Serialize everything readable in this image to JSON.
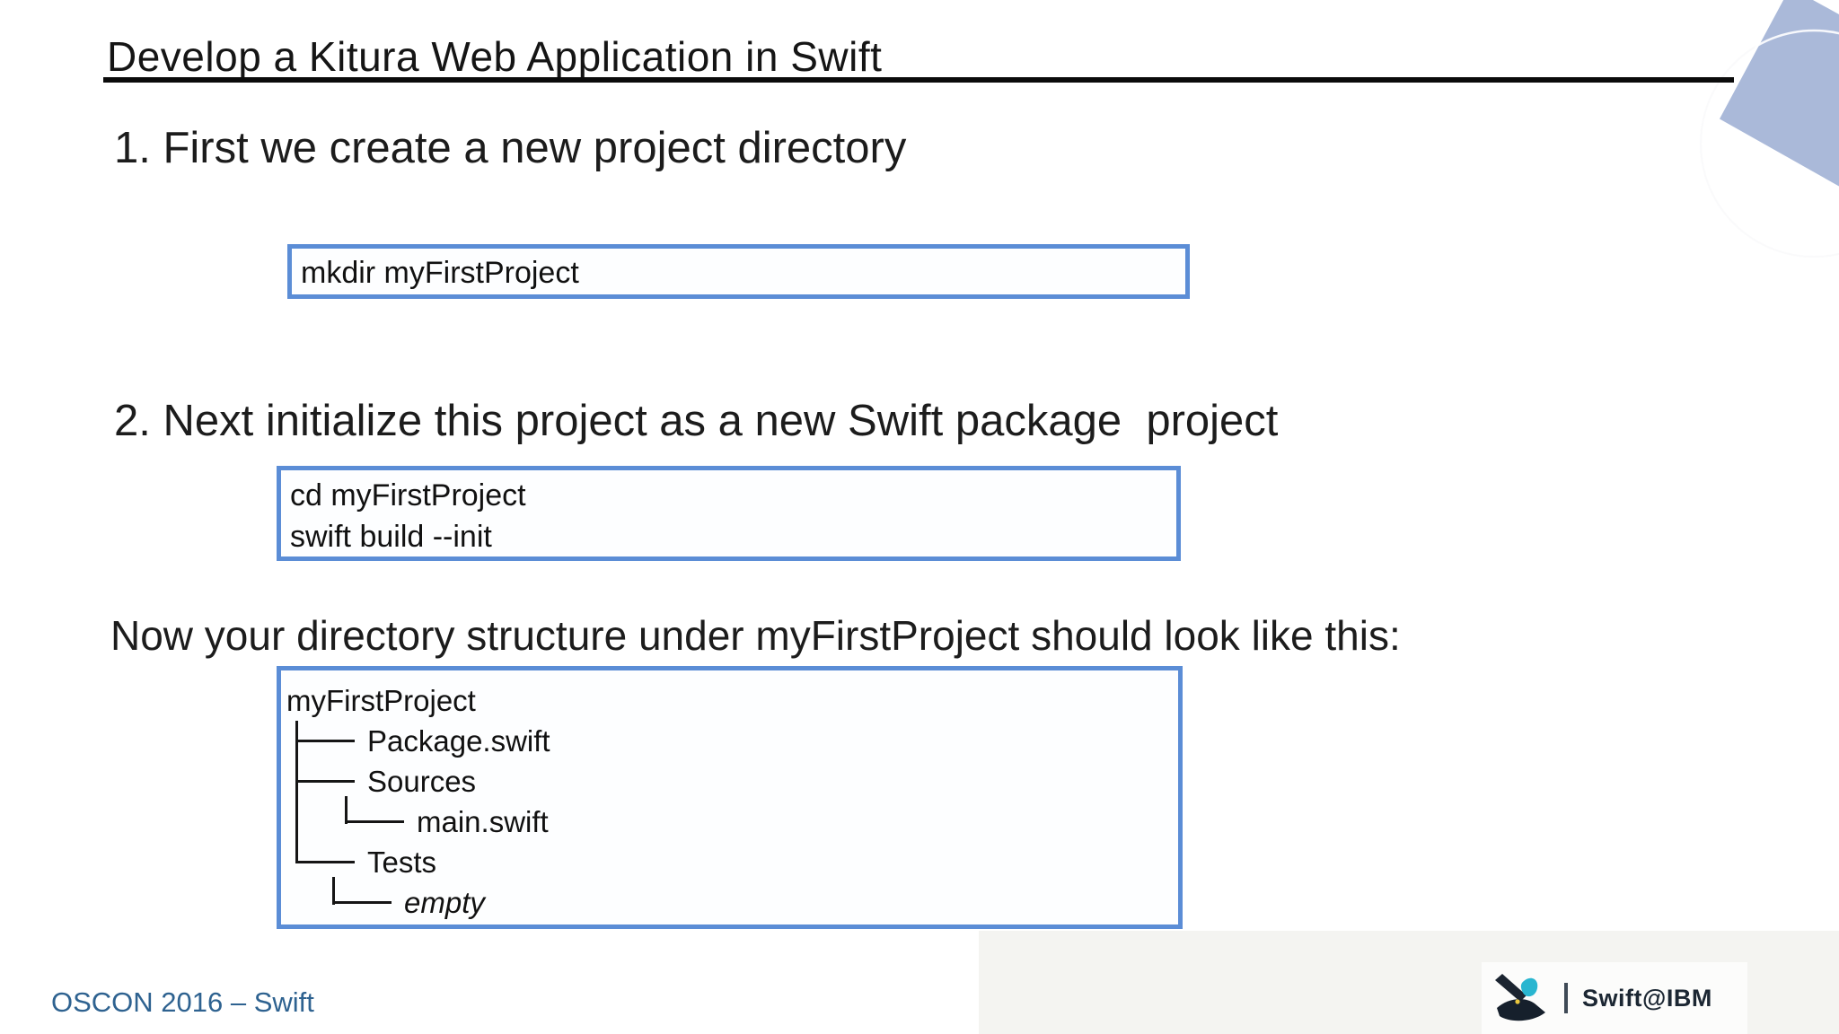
{
  "header": {
    "title": "Develop a Kitura Web Application in Swift"
  },
  "steps": [
    {
      "heading": "1. First we create a new project directory",
      "code_lines": [
        "mkdir myFirstProject"
      ]
    },
    {
      "heading": "2. Next initialize this project as a new Swift package  project",
      "code_lines": [
        "cd myFirstProject",
        "swift build --init"
      ]
    }
  ],
  "note": {
    "text": "Now your directory structure under myFirstProject should look like this:"
  },
  "tree": {
    "root": "myFirstProject",
    "items": [
      {
        "glyph": "├──",
        "name": "Package.swift"
      },
      {
        "glyph": "├──",
        "name": "Sources"
      },
      {
        "glyph": "│   └──",
        "name": "main.swift"
      },
      {
        "glyph": "└──",
        "name": "Tests"
      },
      {
        "glyph": "    └──",
        "name": "empty"
      }
    ]
  },
  "footer": {
    "text": "OSCON 2016 – Swift"
  },
  "logo": {
    "divider": "|",
    "brand_prefix": "Swift@",
    "brand_suffix": "IBM"
  },
  "colors": {
    "box_border": "#5b8dd6",
    "footer_text": "#2e6290",
    "decoration_fill": "#aab9d9",
    "decoration_ring": "#c9ced8",
    "bird_dark": "#1b2430",
    "bird_teal": "#29b6d0"
  }
}
